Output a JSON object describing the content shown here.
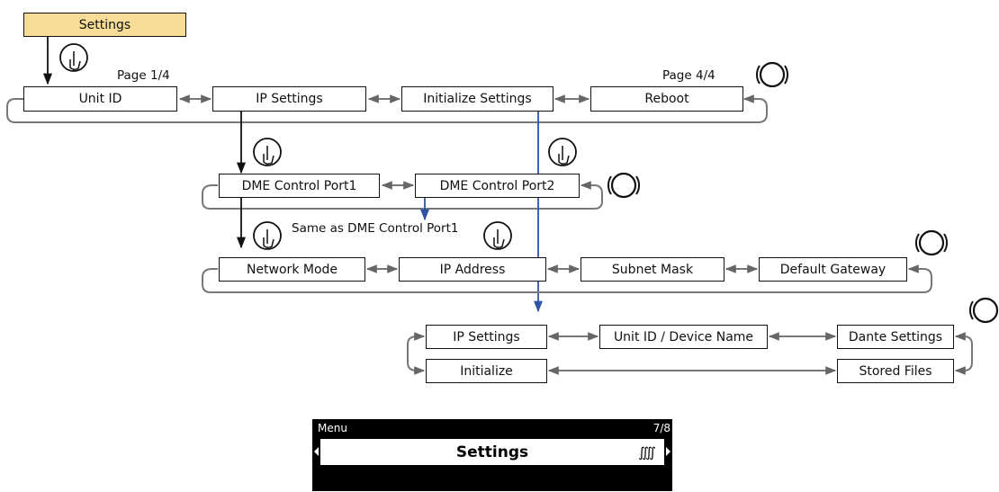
{
  "root": "Settings",
  "labels": {
    "page_first": "Page 1/4",
    "page_last": "Page 4/4",
    "same_as": "Same as DME Control Port1"
  },
  "menu": {
    "unit_id": "Unit ID",
    "ip_settings": "IP Settings",
    "initialize_settings": "Initialize Settings",
    "reboot": "Reboot"
  },
  "ports": {
    "port1": "DME Control Port1",
    "port2": "DME Control Port2"
  },
  "network": {
    "mode": "Network Mode",
    "ip_address": "IP Address",
    "subnet_mask": "Subnet Mask",
    "default_gateway": "Default Gateway"
  },
  "initialize": {
    "ip_settings": "IP Settings",
    "unit_device_name": "Unit ID / Device Name",
    "dante_settings": "Dante Settings",
    "initialize": "Initialize",
    "stored_files": "Stored Files"
  },
  "lcd": {
    "menu_label": "Menu",
    "page": "7/8",
    "title": "Settings",
    "icon": "settings-icon"
  },
  "colors": {
    "root_fill": "#f6dc96",
    "loop_line": "#777777",
    "blue_line": "#2e55a5",
    "lcd_bg": "#000000"
  }
}
